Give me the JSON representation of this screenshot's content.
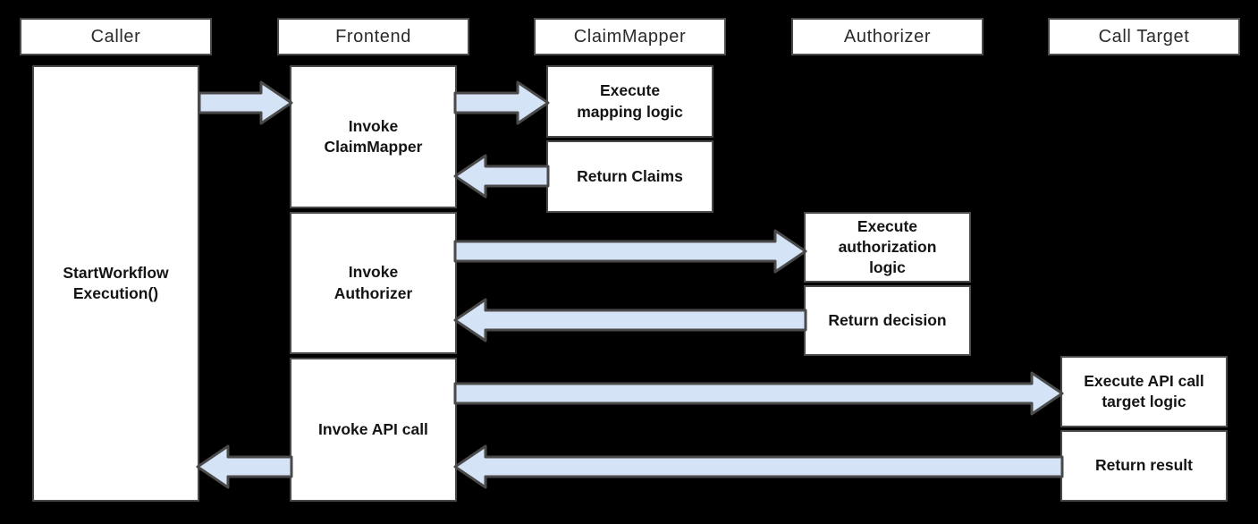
{
  "colors": {
    "background": "#000000",
    "box_fill": "#ffffff",
    "box_border": "#4a4a4a",
    "arrow_fill": "#d5e3f6",
    "arrow_border": "#4a4a4a",
    "header_text": "#2b2b2b",
    "body_text": "#141414"
  },
  "lifelines": [
    {
      "header": "Caller"
    },
    {
      "header": "Frontend"
    },
    {
      "header": "ClaimMapper"
    },
    {
      "header": "Authorizer"
    },
    {
      "header": "Call Target"
    }
  ],
  "boxes": {
    "caller": {
      "lines": [
        "StartWorkflow",
        "Execution()"
      ]
    },
    "invoke_claimmapper": {
      "lines": [
        "Invoke",
        "ClaimMapper"
      ]
    },
    "invoke_authorizer": {
      "lines": [
        "Invoke",
        "Authorizer"
      ]
    },
    "invoke_api_call": {
      "lines": [
        "Invoke API call"
      ]
    },
    "execute_mapping_logic": {
      "lines": [
        "Execute",
        "mapping logic"
      ]
    },
    "return_claims": {
      "lines": [
        "Return Claims"
      ]
    },
    "execute_authorization_logic": {
      "lines": [
        "Execute",
        "authorization",
        "logic"
      ]
    },
    "return_decision": {
      "lines": [
        "Return decision"
      ]
    },
    "execute_api_call_target": {
      "lines": [
        "Execute API call",
        "target logic"
      ]
    },
    "return_result": {
      "lines": [
        "Return result"
      ]
    }
  },
  "arrows": [
    {
      "name": "caller-to-frontend",
      "from": "Caller",
      "to": "Frontend",
      "direction": "right"
    },
    {
      "name": "frontend-to-claimmapper",
      "from": "Frontend",
      "to": "ClaimMapper",
      "direction": "right"
    },
    {
      "name": "claimmapper-return-to-frontend",
      "from": "ClaimMapper",
      "to": "Frontend",
      "direction": "left"
    },
    {
      "name": "frontend-to-authorizer",
      "from": "Frontend",
      "to": "Authorizer",
      "direction": "right"
    },
    {
      "name": "authorizer-return-to-frontend",
      "from": "Authorizer",
      "to": "Frontend",
      "direction": "left"
    },
    {
      "name": "frontend-to-calltarget",
      "from": "Frontend",
      "to": "Call Target",
      "direction": "right"
    },
    {
      "name": "calltarget-return-to-frontend",
      "from": "Call Target",
      "to": "Frontend",
      "direction": "left"
    },
    {
      "name": "frontend-return-to-caller",
      "from": "Frontend",
      "to": "Caller",
      "direction": "left"
    }
  ]
}
